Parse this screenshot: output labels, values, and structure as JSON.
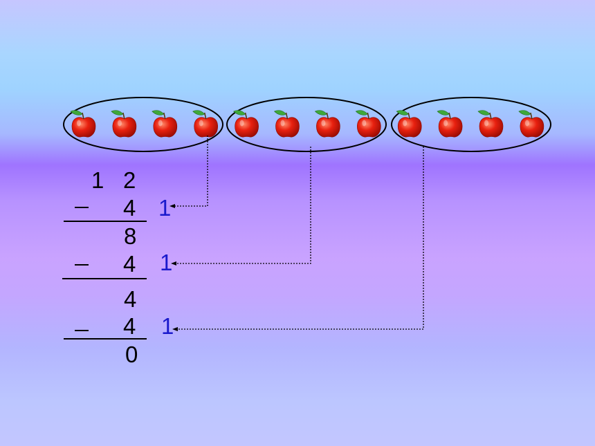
{
  "group_count": 3,
  "apples_per_group": 4,
  "total_apples": 12,
  "dividend": {
    "d1": "1",
    "d2": "2"
  },
  "steps": [
    {
      "subtrahend": "4",
      "count": "1",
      "remainder": "8"
    },
    {
      "subtrahend": "4",
      "count": "1",
      "remainder": "4"
    },
    {
      "subtrahend": "4",
      "count": "1",
      "remainder": "0"
    }
  ],
  "icons": {
    "apple": "apple-icon",
    "minus": "minus-sign-icon"
  },
  "colors": {
    "apple_body": "#e8200f",
    "apple_leaf": "#3fa83a",
    "count_text": "#1a1acc",
    "connector": "#000000"
  }
}
